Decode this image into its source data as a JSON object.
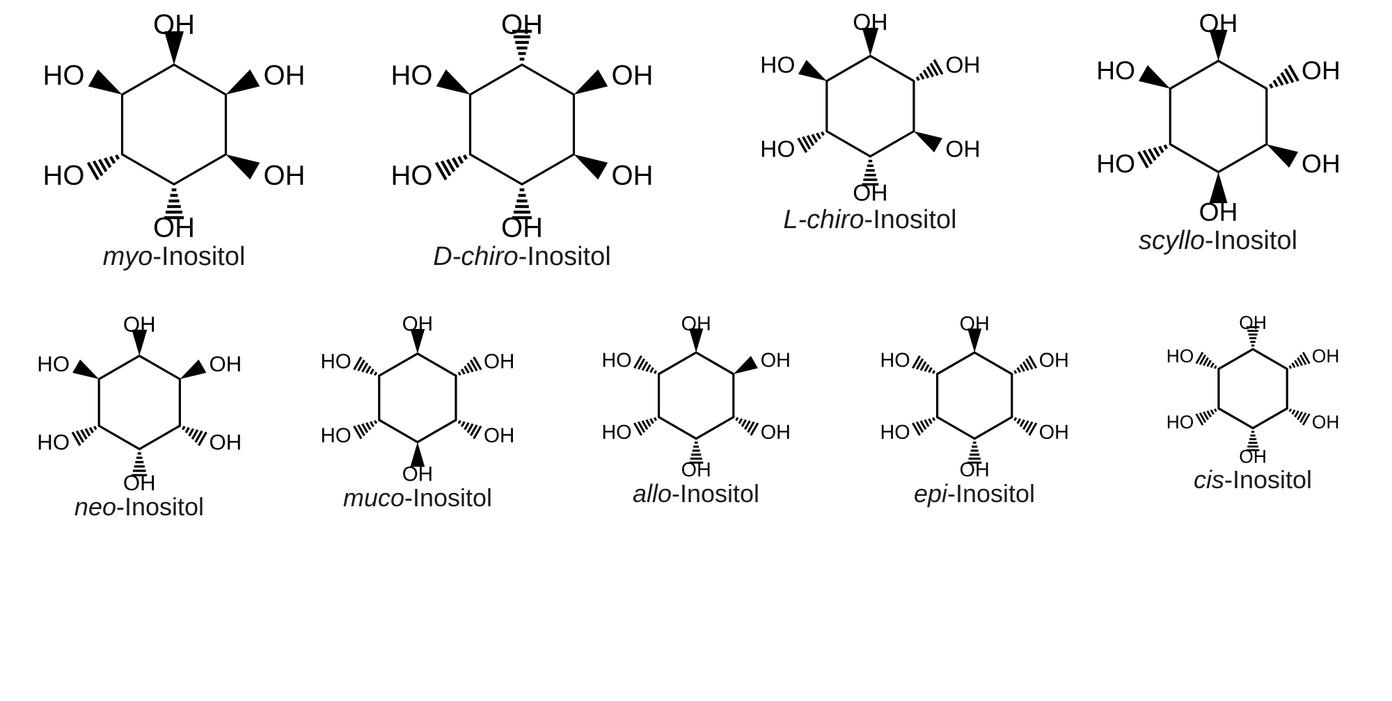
{
  "figure": {
    "title": "Inositol stereoisomers",
    "substituent_label": "OH",
    "substituent_label_left": "HO",
    "background_color": "#ffffff",
    "line_color": "#000000",
    "text_color": "#1a1a1a",
    "rows": [
      {
        "count": 4,
        "names": [
          "myo-Inositol",
          "D-chiro-Inositol",
          "L-chiro-Inositol",
          "scyllo-Inositol"
        ]
      },
      {
        "count": 5,
        "names": [
          "neo-Inositol",
          "muco-Inositol",
          "allo-Inositol",
          "epi-Inositol",
          "cis-Inositol"
        ]
      }
    ]
  },
  "molecules": [
    {
      "id": "myo-inositol",
      "row": 1,
      "name_prefix": "myo",
      "name_suffix": "-Inositol",
      "full_name": "myo-Inositol",
      "scale": 1.0,
      "substituents": [
        {
          "position": "top",
          "label": "OH",
          "bond": "wedge"
        },
        {
          "position": "upper-left",
          "label": "HO",
          "bond": "wedge"
        },
        {
          "position": "upper-right",
          "label": "OH",
          "bond": "wedge"
        },
        {
          "position": "lower-right",
          "label": "OH",
          "bond": "wedge"
        },
        {
          "position": "bottom",
          "label": "OH",
          "bond": "hash"
        },
        {
          "position": "lower-left",
          "label": "HO",
          "bond": "hash"
        }
      ]
    },
    {
      "id": "d-chiro-inositol",
      "row": 1,
      "name_prefix": "D-chiro",
      "name_suffix": "-Inositol",
      "full_name": "D-chiro-Inositol",
      "scale": 1.0,
      "substituents": [
        {
          "position": "top",
          "label": "OH",
          "bond": "hash"
        },
        {
          "position": "upper-left",
          "label": "HO",
          "bond": "wedge"
        },
        {
          "position": "upper-right",
          "label": "OH",
          "bond": "wedge"
        },
        {
          "position": "lower-right",
          "label": "OH",
          "bond": "wedge"
        },
        {
          "position": "bottom",
          "label": "OH",
          "bond": "hash"
        },
        {
          "position": "lower-left",
          "label": "HO",
          "bond": "hash"
        }
      ]
    },
    {
      "id": "l-chiro-inositol",
      "row": 1,
      "name_prefix": "L-chiro",
      "name_suffix": "-Inositol",
      "full_name": "L-chiro-Inositol",
      "scale": 0.84,
      "substituents": [
        {
          "position": "top",
          "label": "OH",
          "bond": "wedge"
        },
        {
          "position": "upper-left",
          "label": "HO",
          "bond": "wedge"
        },
        {
          "position": "upper-right",
          "label": "OH",
          "bond": "hash"
        },
        {
          "position": "lower-right",
          "label": "OH",
          "bond": "wedge"
        },
        {
          "position": "bottom",
          "label": "OH",
          "bond": "hash"
        },
        {
          "position": "lower-left",
          "label": "HO",
          "bond": "hash"
        }
      ]
    },
    {
      "id": "scyllo-inositol",
      "row": 1,
      "name_prefix": "scyllo",
      "name_suffix": "-Inositol",
      "full_name": "scyllo-Inositol",
      "scale": 0.93,
      "substituents": [
        {
          "position": "top",
          "label": "OH",
          "bond": "wedge"
        },
        {
          "position": "upper-left",
          "label": "HO",
          "bond": "wedge"
        },
        {
          "position": "upper-right",
          "label": "OH",
          "bond": "hash"
        },
        {
          "position": "lower-right",
          "label": "OH",
          "bond": "wedge"
        },
        {
          "position": "bottom",
          "label": "OH",
          "bond": "wedge"
        },
        {
          "position": "lower-left",
          "label": "HO",
          "bond": "hash"
        }
      ]
    },
    {
      "id": "neo-inositol",
      "row": 2,
      "name_prefix": "neo",
      "name_suffix": "-Inositol",
      "full_name": "neo-Inositol",
      "scale": 0.78,
      "substituents": [
        {
          "position": "top",
          "label": "OH",
          "bond": "wedge"
        },
        {
          "position": "upper-left",
          "label": "HO",
          "bond": "wedge"
        },
        {
          "position": "upper-right",
          "label": "OH",
          "bond": "wedge"
        },
        {
          "position": "lower-right",
          "label": "OH",
          "bond": "hash"
        },
        {
          "position": "bottom",
          "label": "OH",
          "bond": "hash"
        },
        {
          "position": "lower-left",
          "label": "HO",
          "bond": "hash"
        }
      ]
    },
    {
      "id": "muco-inositol",
      "row": 2,
      "name_prefix": "muco",
      "name_suffix": "-Inositol",
      "full_name": "muco-Inositol",
      "scale": 0.74,
      "substituents": [
        {
          "position": "top",
          "label": "OH",
          "bond": "wedge"
        },
        {
          "position": "upper-left",
          "label": "HO",
          "bond": "hash"
        },
        {
          "position": "upper-right",
          "label": "OH",
          "bond": "hash"
        },
        {
          "position": "lower-right",
          "label": "OH",
          "bond": "hash"
        },
        {
          "position": "bottom",
          "label": "OH",
          "bond": "wedge"
        },
        {
          "position": "lower-left",
          "label": "HO",
          "bond": "hash"
        }
      ]
    },
    {
      "id": "allo-inositol",
      "row": 2,
      "name_prefix": "allo",
      "name_suffix": "-Inositol",
      "full_name": "allo-Inositol",
      "scale": 0.72,
      "substituents": [
        {
          "position": "top",
          "label": "OH",
          "bond": "wedge"
        },
        {
          "position": "upper-left",
          "label": "HO",
          "bond": "hash"
        },
        {
          "position": "upper-right",
          "label": "OH",
          "bond": "wedge"
        },
        {
          "position": "lower-right",
          "label": "OH",
          "bond": "hash"
        },
        {
          "position": "bottom",
          "label": "OH",
          "bond": "hash"
        },
        {
          "position": "lower-left",
          "label": "HO",
          "bond": "hash"
        }
      ]
    },
    {
      "id": "epi-inositol",
      "row": 2,
      "name_prefix": "epi",
      "name_suffix": "-Inositol",
      "full_name": "epi-Inositol",
      "scale": 0.72,
      "substituents": [
        {
          "position": "top",
          "label": "OH",
          "bond": "wedge"
        },
        {
          "position": "upper-left",
          "label": "HO",
          "bond": "hash"
        },
        {
          "position": "upper-right",
          "label": "OH",
          "bond": "hash"
        },
        {
          "position": "lower-right",
          "label": "OH",
          "bond": "hash"
        },
        {
          "position": "bottom",
          "label": "OH",
          "bond": "hash"
        },
        {
          "position": "lower-left",
          "label": "HO",
          "bond": "hash"
        }
      ]
    },
    {
      "id": "cis-inositol",
      "row": 2,
      "name_prefix": "cis",
      "name_suffix": "-Inositol",
      "full_name": "cis-Inositol",
      "scale": 0.66,
      "substituents": [
        {
          "position": "top",
          "label": "OH",
          "bond": "hash"
        },
        {
          "position": "upper-left",
          "label": "HO",
          "bond": "hash"
        },
        {
          "position": "upper-right",
          "label": "OH",
          "bond": "hash"
        },
        {
          "position": "lower-right",
          "label": "OH",
          "bond": "hash"
        },
        {
          "position": "bottom",
          "label": "OH",
          "bond": "hash"
        },
        {
          "position": "lower-left",
          "label": "HO",
          "bond": "hash"
        }
      ]
    }
  ]
}
